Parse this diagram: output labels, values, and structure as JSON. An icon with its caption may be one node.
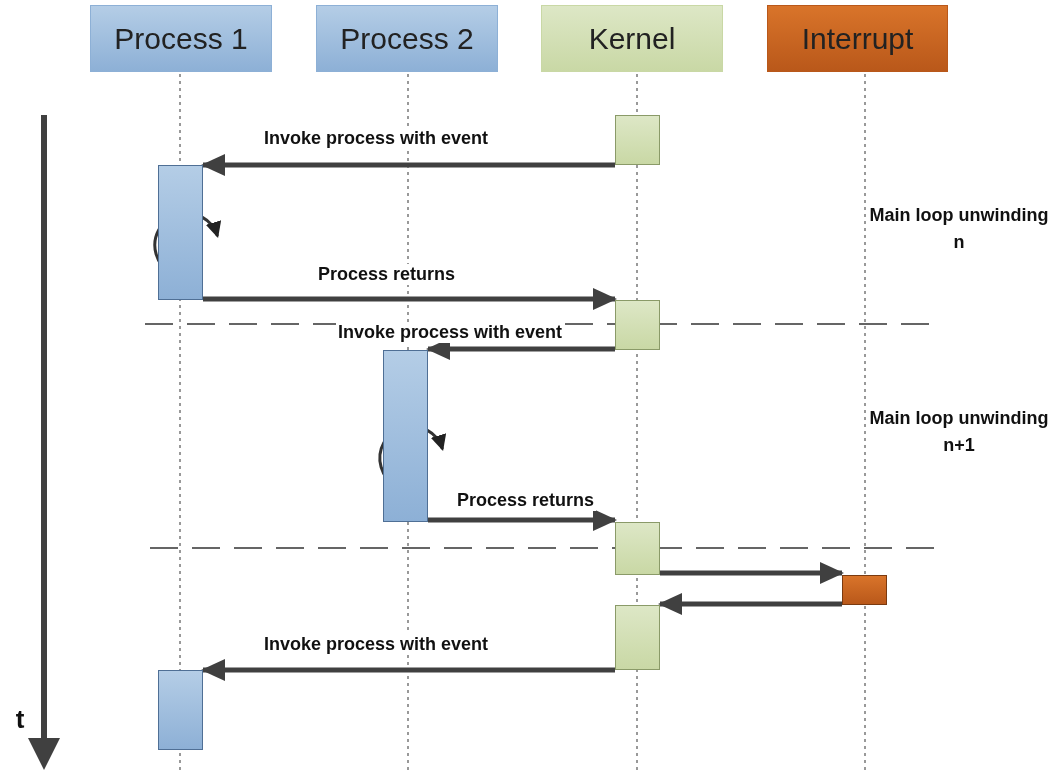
{
  "diagram": {
    "nodes": [
      {
        "text": [
          "Process 1"
        ]
      },
      {
        "text": [
          "Process 2"
        ]
      },
      {
        "text": [
          "Kernel"
        ]
      },
      {
        "text": [
          "Interrupt"
        ]
      },
      {
        "text": [],
        "shape": "box"
      },
      {
        "text": [],
        "shape": "box"
      },
      {
        "text": [],
        "shape": "box"
      },
      {
        "text": [],
        "shape": "box"
      },
      {
        "text": [],
        "shape": "box"
      },
      {
        "text": [],
        "shape": "box"
      },
      {
        "text": [],
        "shape": "box"
      },
      {
        "text": [],
        "shape": "box"
      }
    ],
    "edges": [
      {
        "from": 4,
        "to": 5,
        "arrow": "to",
        "label": "Invoke process with event"
      },
      {
        "from": 5,
        "to": 5,
        "arrow": "to"
      },
      {
        "from": 5,
        "to": 6,
        "arrow": "to",
        "label": "Process returns"
      },
      {
        "from": 6,
        "to": 7,
        "arrow": "to",
        "label": "Invoke process with event"
      },
      {
        "from": 7,
        "to": 7,
        "arrow": "to"
      },
      {
        "from": 7,
        "to": 8,
        "arrow": "to",
        "label": "Process returns"
      },
      {
        "from": 8,
        "to": 9,
        "arrow": "to"
      },
      {
        "from": 9,
        "to": 10,
        "arrow": "to"
      },
      {
        "from": 10,
        "to": 11,
        "arrow": "to",
        "label": "Invoke process with event"
      }
    ],
    "labels": [
      "Main loop unwinding n",
      "Main loop unwinding n+1",
      "t"
    ]
  }
}
